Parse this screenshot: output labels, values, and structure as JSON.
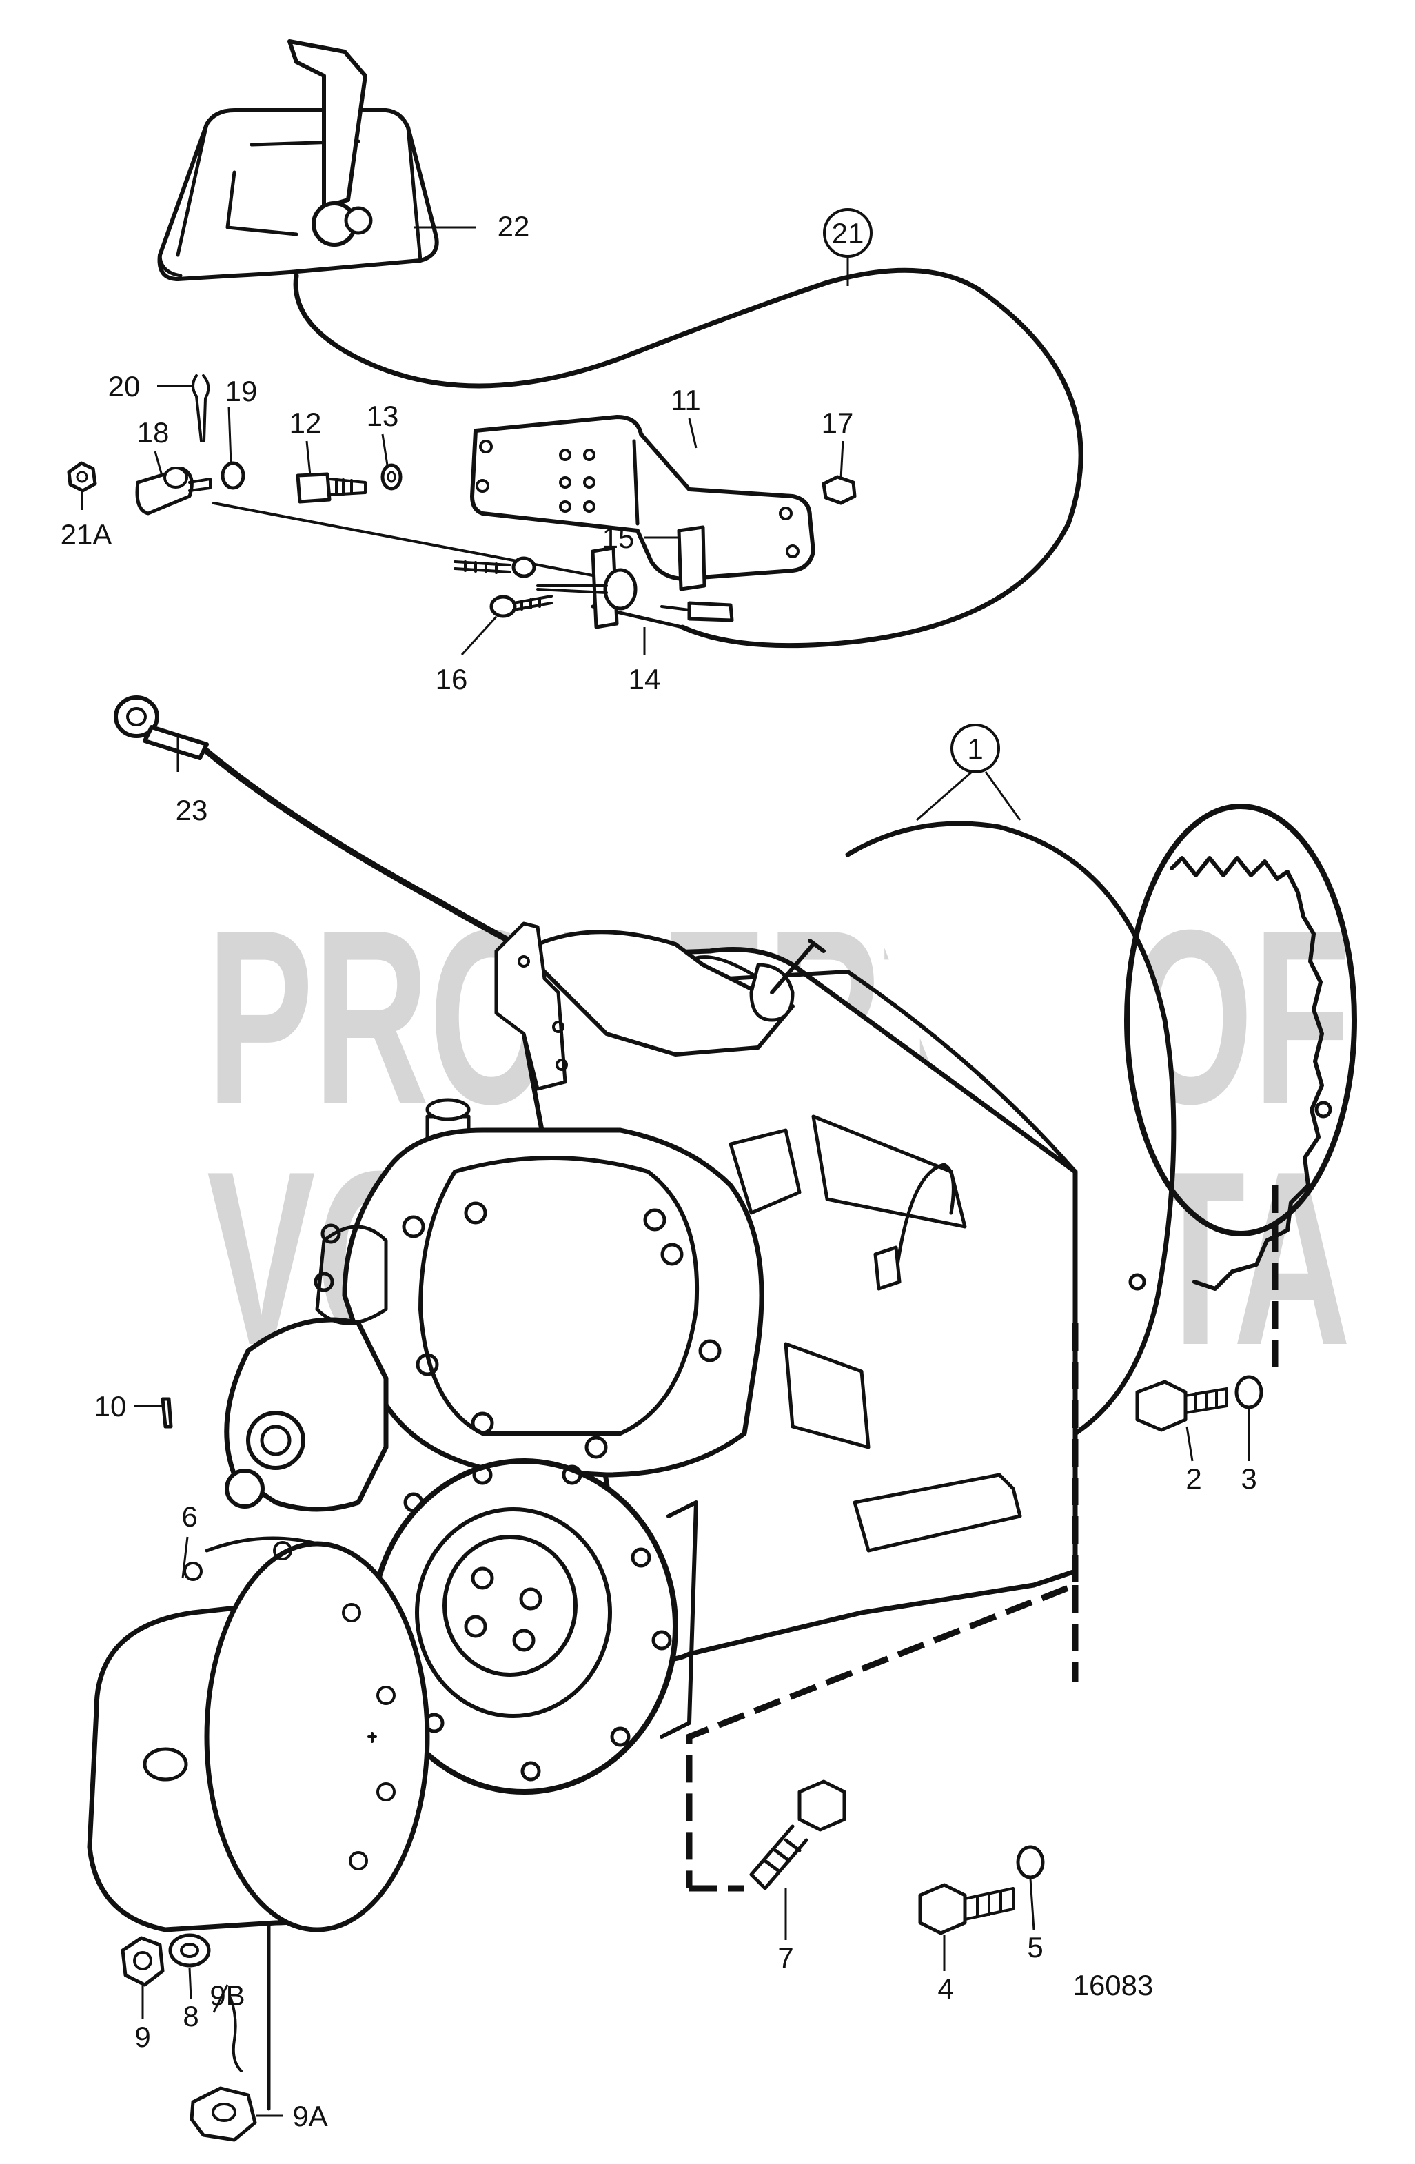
{
  "diagram": {
    "drawing_number": "16083",
    "watermark": [
      "PROPERTY OF",
      "VOLVO PENTA"
    ],
    "callouts": [
      {
        "key": "1",
        "text": "1",
        "circled": true
      },
      {
        "key": "2",
        "text": "2"
      },
      {
        "key": "3",
        "text": "3"
      },
      {
        "key": "4",
        "text": "4"
      },
      {
        "key": "5",
        "text": "5"
      },
      {
        "key": "6",
        "text": "6"
      },
      {
        "key": "7",
        "text": "7"
      },
      {
        "key": "8",
        "text": "8"
      },
      {
        "key": "9",
        "text": "9"
      },
      {
        "key": "9A",
        "text": "9A"
      },
      {
        "key": "9B",
        "text": "9B"
      },
      {
        "key": "10",
        "text": "10"
      },
      {
        "key": "11",
        "text": "11"
      },
      {
        "key": "12",
        "text": "12"
      },
      {
        "key": "13",
        "text": "13"
      },
      {
        "key": "14",
        "text": "14"
      },
      {
        "key": "15",
        "text": "15"
      },
      {
        "key": "16",
        "text": "16"
      },
      {
        "key": "17",
        "text": "17"
      },
      {
        "key": "18",
        "text": "18"
      },
      {
        "key": "19",
        "text": "19"
      },
      {
        "key": "20",
        "text": "20"
      },
      {
        "key": "21",
        "text": "21",
        "circled": true
      },
      {
        "key": "21A",
        "text": "21A"
      },
      {
        "key": "22",
        "text": "22"
      },
      {
        "key": "23",
        "text": "23"
      }
    ]
  }
}
